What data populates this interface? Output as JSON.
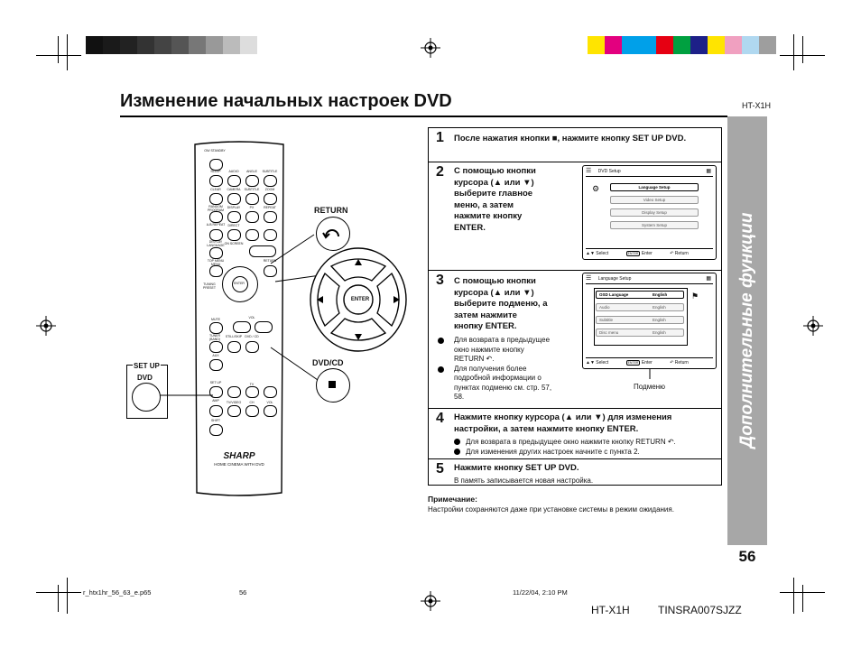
{
  "page": {
    "title": "Изменение начальных настроек DVD",
    "model_top": "HT-X1H",
    "sidebar_label": "Дополнительные функции",
    "page_number": "56"
  },
  "remote": {
    "brand": "SHARP",
    "subtitle": "HOME CINEMA WITH DVD",
    "labels": {
      "on_standby": "ON/ STANDBY",
      "sleep": "SLEEP",
      "audio": "AUDIO",
      "angle": "ANGLE",
      "subtitle": "SUBTITLE",
      "clear": "CLEAR",
      "camera": "CAMERA",
      "subtitle_enter": "SUBTITLE",
      "zoom": "ZOOM",
      "random_program": "RANDOM PROGRAM",
      "display": "DISPLAY",
      "pause_x": "PX",
      "repeat": "REPEAT",
      "ab_repeat": "A-B REPEAT",
      "direct": "DIRECT",
      "display_lang": "DISPLAY LANGUAGE",
      "on_screen": "ON SCREEN",
      "top_menu": "TOP MENU MENU",
      "return": "RETURN",
      "tuning_preset": "TUNING PRESET",
      "enter": "ENTER",
      "mute": "MUTE",
      "vol": "VOL",
      "tuner_band": "TUNER (BAND)",
      "still_skip": "STILL/SKIP",
      "dvd_cd": "DVD / CD",
      "aux": "AUX",
      "set_up": "SET UP",
      "tv": "TV",
      "amp": "AMP",
      "tv_video": "TV/VIDEO",
      "ch": "CH",
      "vol_tv": "VOL",
      "shift": "SHIFT"
    }
  },
  "callouts": {
    "return": "RETURN",
    "enter": "ENTER",
    "dvd_cd": "DVD/CD",
    "setup_top": "SET UP",
    "setup_bottom": "DVD"
  },
  "steps": [
    {
      "num": "1",
      "text": "После нажатия кнопки ■, нажмите кнопку SET UP DVD."
    },
    {
      "num": "2",
      "lines": [
        "С помощью кнопки",
        "курсора (▲ или ▼)",
        "выберите главное",
        "меню, а затем",
        "нажмите кнопку",
        "ENTER."
      ]
    },
    {
      "num": "3",
      "lines": [
        "С помощью кнопки",
        "курсора (▲ или ▼)",
        "выберите подменю, а",
        "затем нажмите",
        "кнопку ENTER."
      ],
      "bullets": [
        [
          "Для возврата в предыдущее",
          "окно нажмите кнопку",
          "RETURN ↶."
        ],
        [
          "Для получения более",
          "подробной информации о",
          "пунктах подменю см. стр. 57,",
          "58."
        ]
      ]
    },
    {
      "num": "4",
      "lines": [
        "Нажмите кнопку курсора (▲ или ▼) для изменения",
        "настройки, а затем нажмите кнопку ENTER."
      ],
      "bullets": [
        "Для возврата в предыдущее окно нажмите кнопку RETURN ↶.",
        "Для изменения других настроек начните с пункта 2."
      ]
    },
    {
      "num": "5",
      "text": "Нажмите кнопку SET UP DVD.",
      "sub": "В память записывается новая настройка."
    }
  ],
  "screen1": {
    "header": "DVD Setup",
    "items": [
      "Language Setup",
      "Video Setup",
      "Display Setup",
      "System Setup"
    ],
    "footer": {
      "select": "Select",
      "enter": "Enter",
      "return": "Return",
      "enter_key": "ENTER"
    }
  },
  "screen2": {
    "header": "Language Setup",
    "items": [
      {
        "name": "OSD Language",
        "value": "English"
      },
      {
        "name": "Audio",
        "value": "English"
      },
      {
        "name": "Subtitle",
        "value": "English"
      },
      {
        "name": "Disc menu",
        "value": "English"
      }
    ],
    "footer": {
      "select": "Select",
      "enter": "Enter",
      "return": "Return",
      "enter_key": "ENTER"
    },
    "label_below": "Подменю"
  },
  "note": {
    "heading": "Примечание:",
    "text": "Настройки сохраняются даже при установке системы в режим ожидания."
  },
  "footer": {
    "file": "r_htx1hr_56_63_e.p65",
    "page": "56",
    "date": "11/22/04, 2:10 PM",
    "model": "HT-X1H",
    "code": "TINSRA007SJZZ"
  },
  "colors": {
    "sidebar": "#a7a7a7",
    "cmyk_bar": [
      "#ffe400",
      "#e3007f",
      "#00a0e9",
      "#00a0e9",
      "#e60012",
      "#00a040",
      "#1d2088",
      "#ffe400",
      "#f0a0c0",
      "#b0d8f0",
      "#9e9e9e"
    ],
    "gray_bar": [
      "#111111",
      "#1a1a1a",
      "#222222",
      "#333333",
      "#444444",
      "#555555",
      "#777777",
      "#999999",
      "#bbbbbb",
      "#dddddd"
    ]
  }
}
